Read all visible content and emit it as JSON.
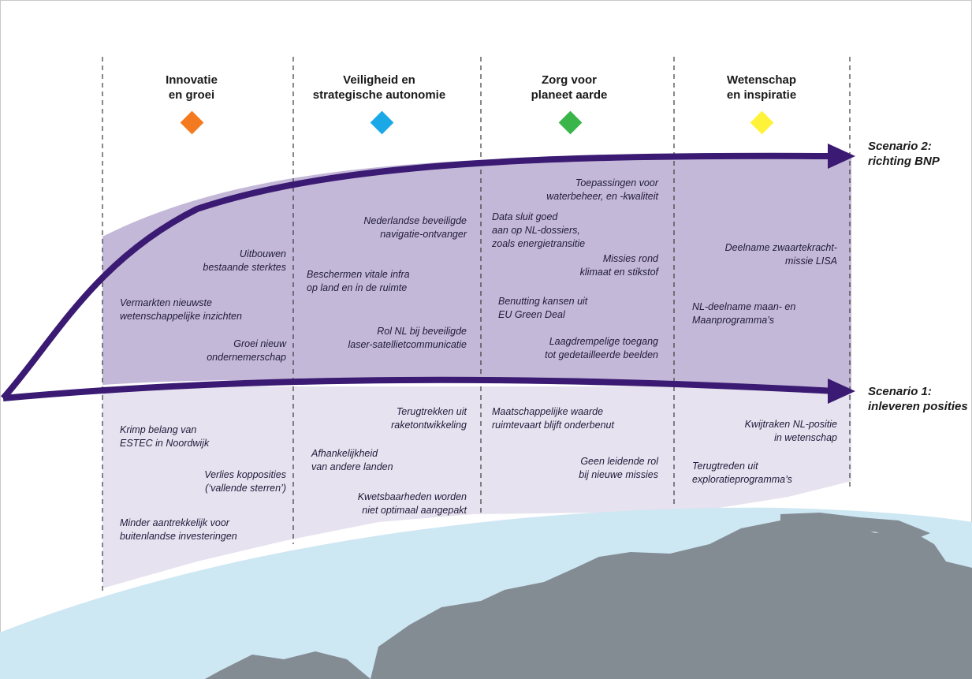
{
  "columns": [
    {
      "title_line1": "Innovatie",
      "title_line2": "en groei",
      "color": "#f47a20"
    },
    {
      "title_line1": "Veiligheid en",
      "title_line2": "strategische autonomie",
      "color": "#1aa8e6"
    },
    {
      "title_line1": "Zorg voor",
      "title_line2": "planeet aarde",
      "color": "#3ab54a"
    },
    {
      "title_line1": "Wetenschap",
      "title_line2": "en inspiratie",
      "color": "#fff33a"
    }
  ],
  "scenarios": {
    "s2_line1": "Scenario 2:",
    "s2_line2": "richting BNP",
    "s1_line1": "Scenario 1:",
    "s1_line2": "inleveren posities"
  },
  "scenario2_items": {
    "c1a": [
      "Uitbouwen",
      "bestaande sterktes"
    ],
    "c1b": [
      "Vermarkten nieuwste",
      "wetenschappelijke inzichten"
    ],
    "c1c": [
      "Groei nieuw",
      "ondernemerschap"
    ],
    "c2a": [
      "Nederlandse beveiligde",
      "navigatie-ontvanger"
    ],
    "c2b": [
      "Beschermen vitale infra",
      "op land en in de ruimte"
    ],
    "c2c": [
      "Rol NL bij beveiligde",
      "laser-satellietcommunicatie"
    ],
    "c3a": [
      "Toepassingen voor",
      "waterbeheer, en -kwaliteit"
    ],
    "c3b": [
      "Data sluit goed",
      "aan op NL-dossiers,",
      "zoals energietransitie"
    ],
    "c3c": [
      "Missies rond",
      "klimaat en stikstof"
    ],
    "c3d": [
      "Benutting kansen uit",
      "EU Green Deal"
    ],
    "c3e": [
      "Laagdrempelige toegang",
      "tot gedetailleerde beelden"
    ],
    "c4a": [
      "Deelname zwaartekracht-",
      "missie LISA"
    ],
    "c4b": [
      "NL-deelname maan- en",
      "Maanprogramma’s"
    ]
  },
  "scenario1_items": {
    "c1a": [
      "Krimp belang van",
      "ESTEC in Noordwijk"
    ],
    "c1b": [
      "Verlies kopposities",
      "(‘vallende sterren’)"
    ],
    "c1c": [
      "Minder aantrekkelijk voor",
      "buitenlandse investeringen"
    ],
    "c2a": [
      "Terugtrekken uit",
      "raketontwikkeling"
    ],
    "c2b": [
      "Afhankelijkheid",
      "van andere landen"
    ],
    "c2c": [
      "Kwetsbaarheden worden",
      "niet optimaal aangepakt"
    ],
    "c3a": [
      "Maatschappelijke waarde",
      "ruimtevaart blijft onderbenut"
    ],
    "c3b": [
      "Geen leidende rol",
      "bij nieuwe missies"
    ],
    "c4a": [
      "Kwijtraken NL-positie",
      "in wetenschap"
    ],
    "c4b": [
      "Terugtreden uit",
      "exploratieprogramma’s"
    ]
  },
  "colors": {
    "scenario2_band": "#c4b8d8",
    "scenario1_band": "#e7e2ef",
    "arrow": "#3a1a72",
    "divider": "#3a3a3a",
    "globe_water": "#cde7f3",
    "globe_land": "#838b93"
  }
}
